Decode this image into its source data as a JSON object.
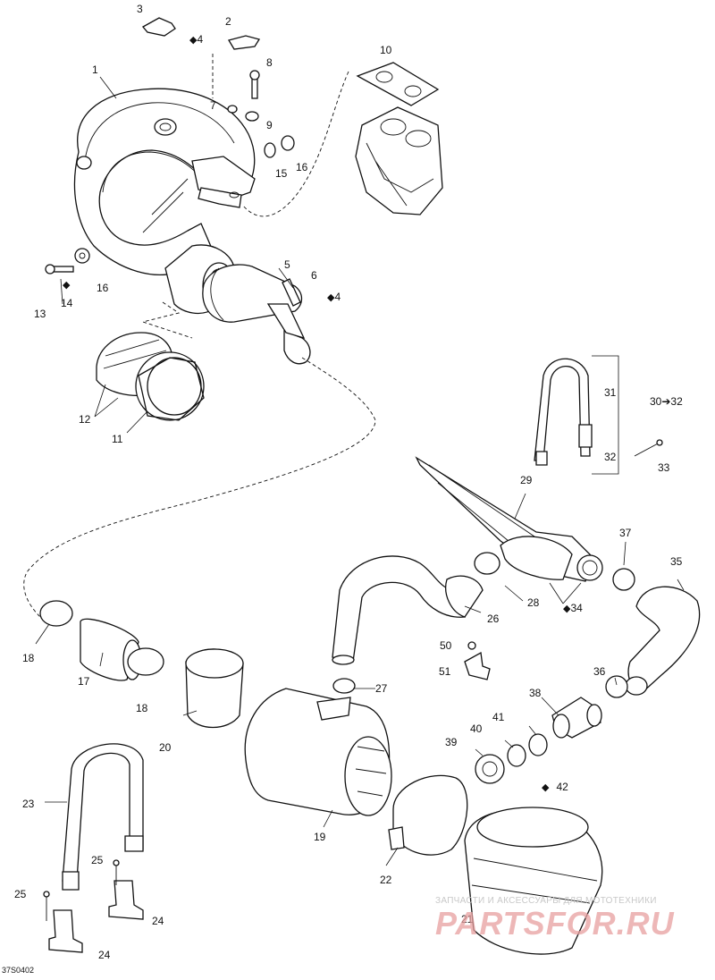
{
  "doc_id": "37S0402",
  "watermark": {
    "tagline": "ЗАПЧАСТИ И АКСЕССУАРЫ ДЛЯ МОТОТЕХНИКИ",
    "brand": "PARTSFOR.RU"
  },
  "callouts": [
    {
      "id": "1",
      "label": "1"
    },
    {
      "id": "2",
      "label": "2"
    },
    {
      "id": "3",
      "label": "3"
    },
    {
      "id": "4a",
      "label": "4"
    },
    {
      "id": "4b",
      "label": "4"
    },
    {
      "id": "5",
      "label": "5"
    },
    {
      "id": "6",
      "label": "6"
    },
    {
      "id": "7",
      "label": "7"
    },
    {
      "id": "8",
      "label": "8"
    },
    {
      "id": "9",
      "label": "9"
    },
    {
      "id": "10",
      "label": "10"
    },
    {
      "id": "11",
      "label": "11"
    },
    {
      "id": "12",
      "label": "12"
    },
    {
      "id": "13",
      "label": "13"
    },
    {
      "id": "14",
      "label": "14"
    },
    {
      "id": "15",
      "label": "15"
    },
    {
      "id": "16a",
      "label": "16"
    },
    {
      "id": "16b",
      "label": "16"
    },
    {
      "id": "17",
      "label": "17"
    },
    {
      "id": "18a",
      "label": "18"
    },
    {
      "id": "18b",
      "label": "18"
    },
    {
      "id": "19",
      "label": "19"
    },
    {
      "id": "20",
      "label": "20"
    },
    {
      "id": "21",
      "label": "21"
    },
    {
      "id": "22",
      "label": "22"
    },
    {
      "id": "23",
      "label": "23"
    },
    {
      "id": "24a",
      "label": "24"
    },
    {
      "id": "24b",
      "label": "24"
    },
    {
      "id": "25a",
      "label": "25"
    },
    {
      "id": "25b",
      "label": "25"
    },
    {
      "id": "26",
      "label": "26"
    },
    {
      "id": "27",
      "label": "27"
    },
    {
      "id": "28",
      "label": "28"
    },
    {
      "id": "29",
      "label": "29"
    },
    {
      "id": "30-32",
      "label": "30➔32"
    },
    {
      "id": "31",
      "label": "31"
    },
    {
      "id": "32",
      "label": "32"
    },
    {
      "id": "33",
      "label": "33"
    },
    {
      "id": "34",
      "label": "34"
    },
    {
      "id": "35",
      "label": "35"
    },
    {
      "id": "36",
      "label": "36"
    },
    {
      "id": "37",
      "label": "37"
    },
    {
      "id": "38",
      "label": "38"
    },
    {
      "id": "39",
      "label": "39"
    },
    {
      "id": "40",
      "label": "40"
    },
    {
      "id": "41",
      "label": "41"
    },
    {
      "id": "42",
      "label": "42"
    },
    {
      "id": "50",
      "label": "50"
    },
    {
      "id": "51",
      "label": "51"
    }
  ]
}
